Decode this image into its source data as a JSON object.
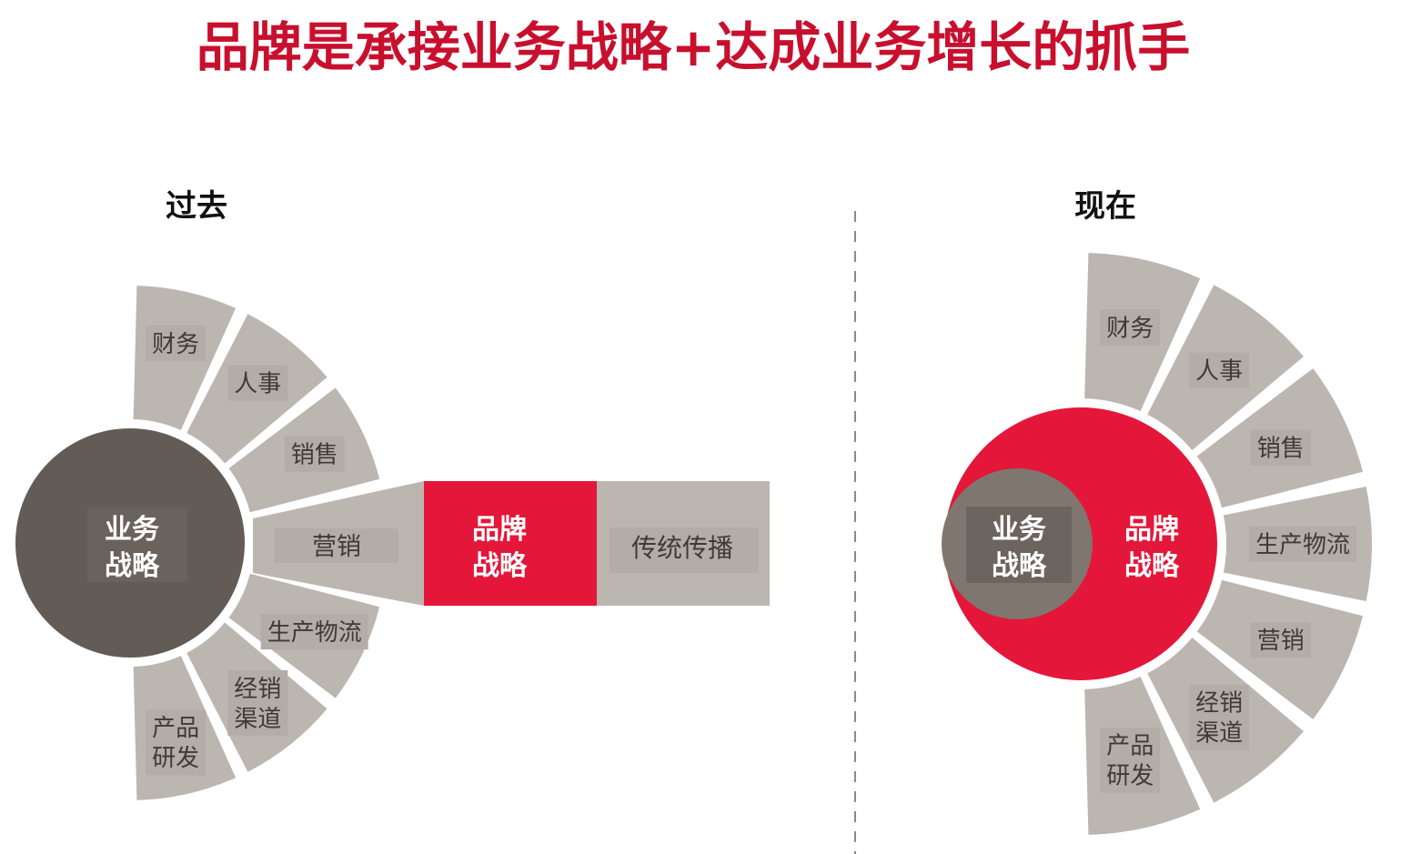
{
  "title": "品牌是承接业务战略+达成业务增长的抓手",
  "colors": {
    "title_red": "#c8102e",
    "brand_red": "#e4173a",
    "segment_gray": "#bcb6b1",
    "label_box": "#b3ada8",
    "core_dark": "#635b55",
    "core_mid": "#7f766f",
    "divider": "#8a8a8a"
  },
  "past": {
    "heading": "过去",
    "core": [
      "业务",
      "战略"
    ],
    "segments": [
      {
        "key": "finance",
        "lines": [
          "财务"
        ]
      },
      {
        "key": "hr",
        "lines": [
          "人事"
        ]
      },
      {
        "key": "sales",
        "lines": [
          "销售"
        ]
      },
      {
        "key": "marketing",
        "lines": [
          "营销"
        ]
      },
      {
        "key": "logistics",
        "lines": [
          "生产物流"
        ]
      },
      {
        "key": "channel",
        "lines": [
          "经销",
          "渠道"
        ]
      },
      {
        "key": "rnd",
        "lines": [
          "产品",
          "研发"
        ]
      }
    ],
    "brand": [
      "品牌",
      "战略"
    ],
    "traditional": "传统传播"
  },
  "present": {
    "heading": "现在",
    "core": [
      "业务",
      "战略"
    ],
    "brand": [
      "品牌",
      "战略"
    ],
    "segments": [
      {
        "key": "finance",
        "lines": [
          "财务"
        ]
      },
      {
        "key": "hr",
        "lines": [
          "人事"
        ]
      },
      {
        "key": "sales",
        "lines": [
          "销售"
        ]
      },
      {
        "key": "logistics",
        "lines": [
          "生产物流"
        ]
      },
      {
        "key": "marketing",
        "lines": [
          "营销"
        ]
      },
      {
        "key": "channel",
        "lines": [
          "经销",
          "渠道"
        ]
      },
      {
        "key": "rnd",
        "lines": [
          "产品",
          "研发"
        ]
      }
    ]
  }
}
